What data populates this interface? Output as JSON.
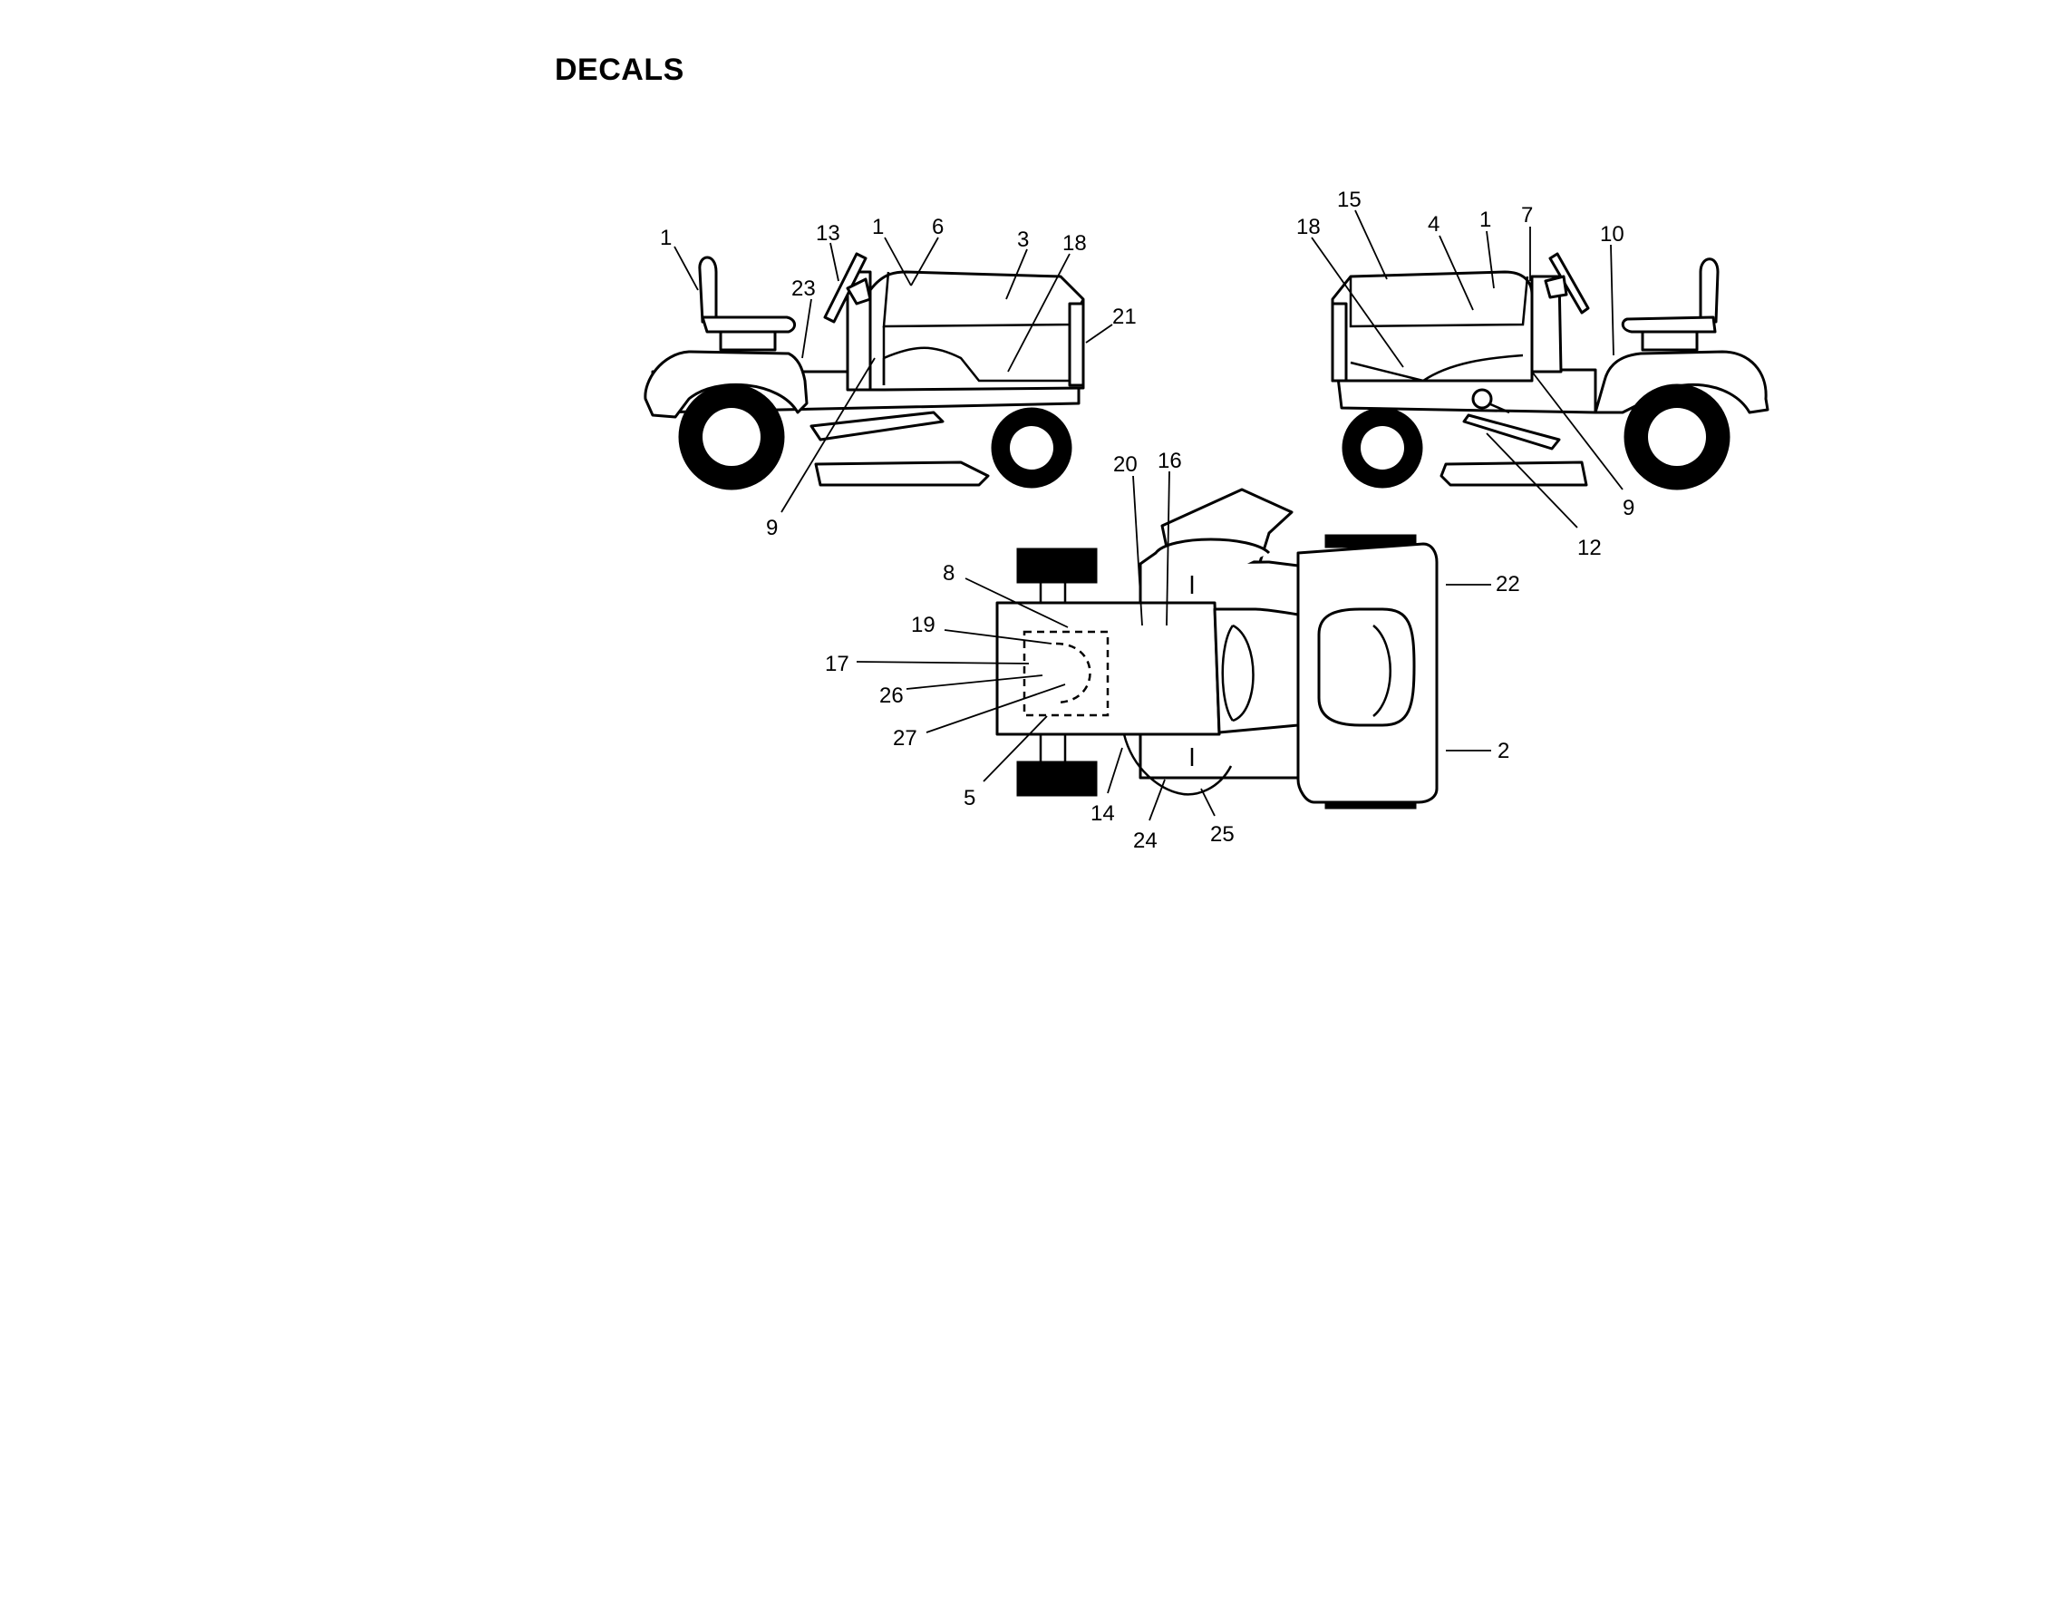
{
  "page": {
    "title": "DECALS"
  },
  "left_view": {
    "callouts": [
      "1",
      "13",
      "1",
      "6",
      "3",
      "18",
      "23",
      "21",
      "9"
    ]
  },
  "right_view": {
    "callouts": [
      "15",
      "18",
      "4",
      "1",
      "7",
      "10",
      "9",
      "12"
    ]
  },
  "top_view": {
    "callouts": [
      "20",
      "16",
      "8",
      "19",
      "17",
      "26",
      "27",
      "5",
      "14",
      "24",
      "25",
      "22",
      "2"
    ]
  }
}
